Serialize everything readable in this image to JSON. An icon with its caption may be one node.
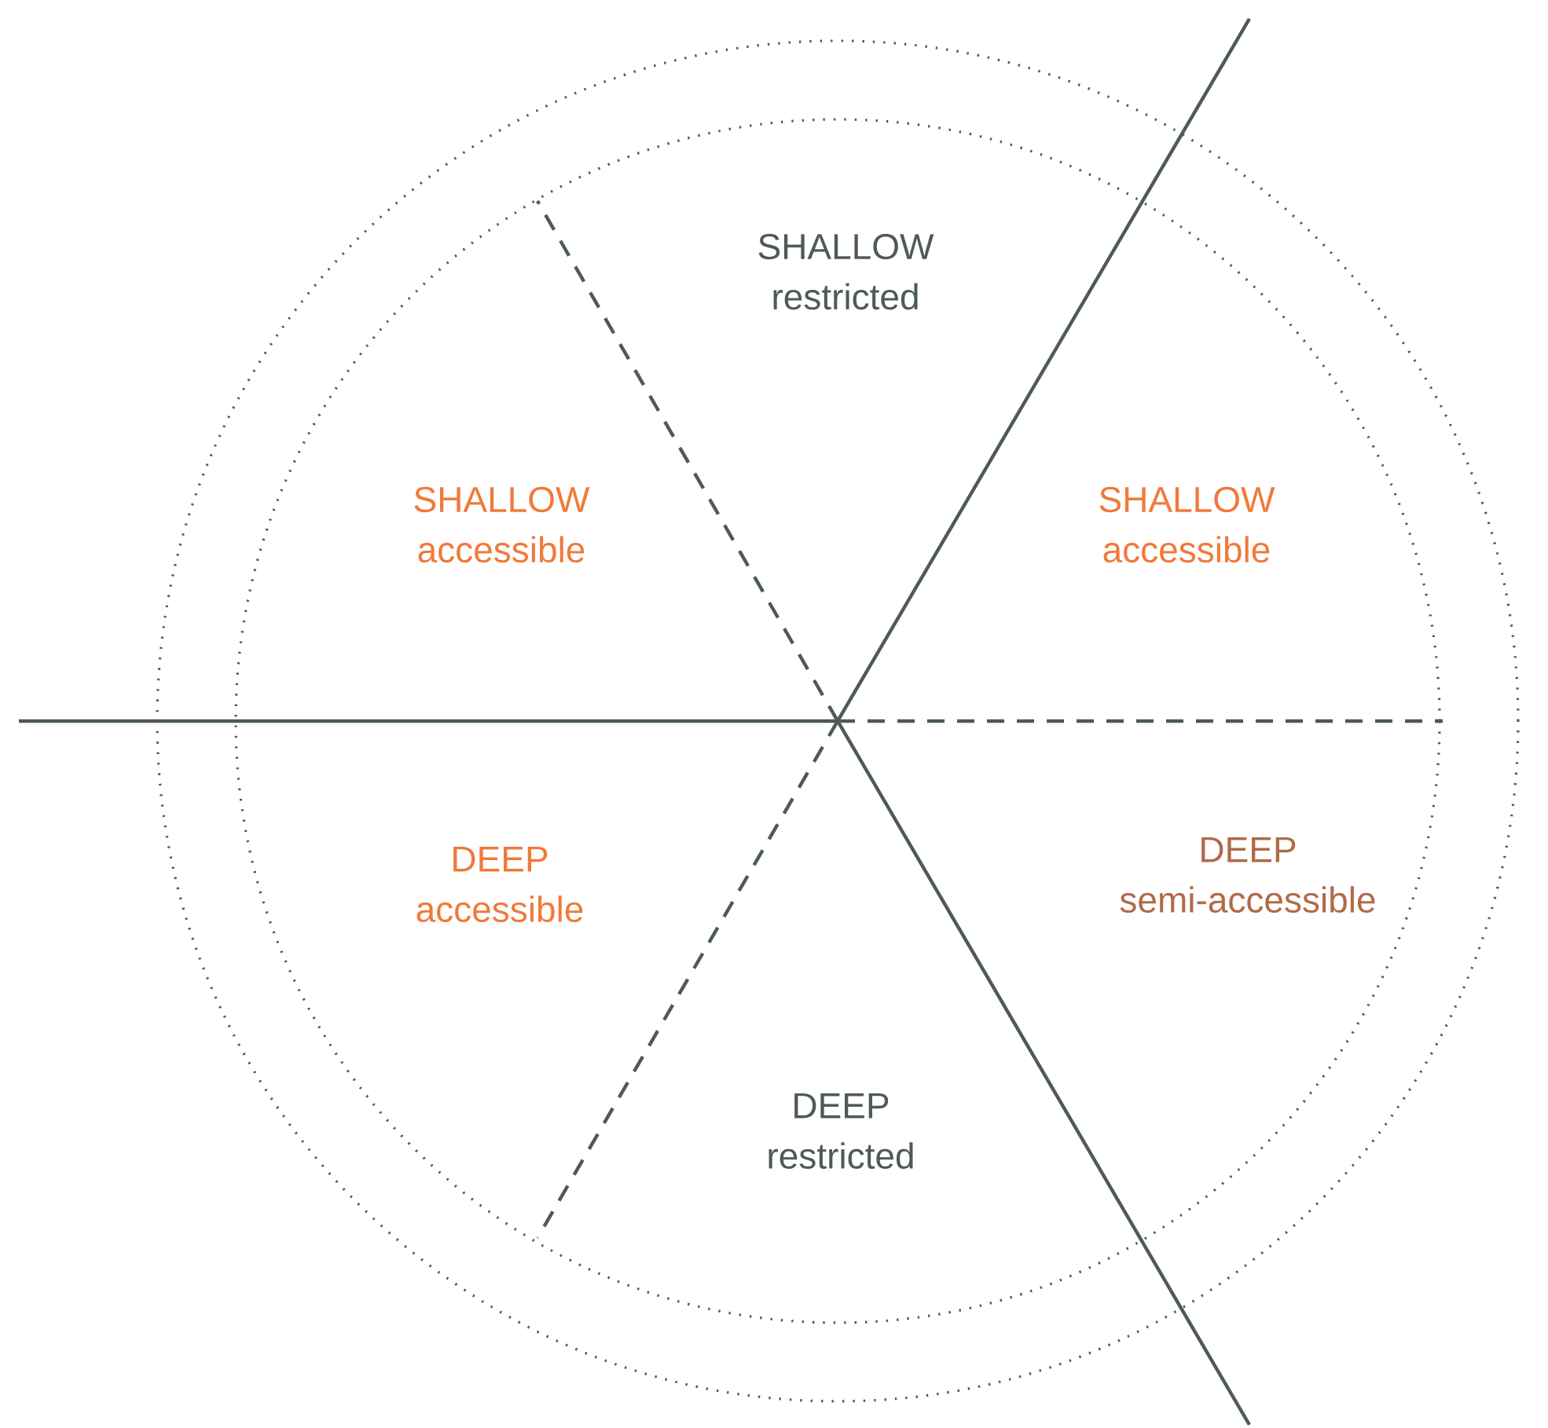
{
  "diagram": {
    "labels": [
      "SHALLOW restricted",
      "SHALLOW accessible",
      "SHALLOW accessible",
      "DEEP accessible",
      "DEEP semi-accessible",
      "DEEP restricted"
    ]
  }
}
